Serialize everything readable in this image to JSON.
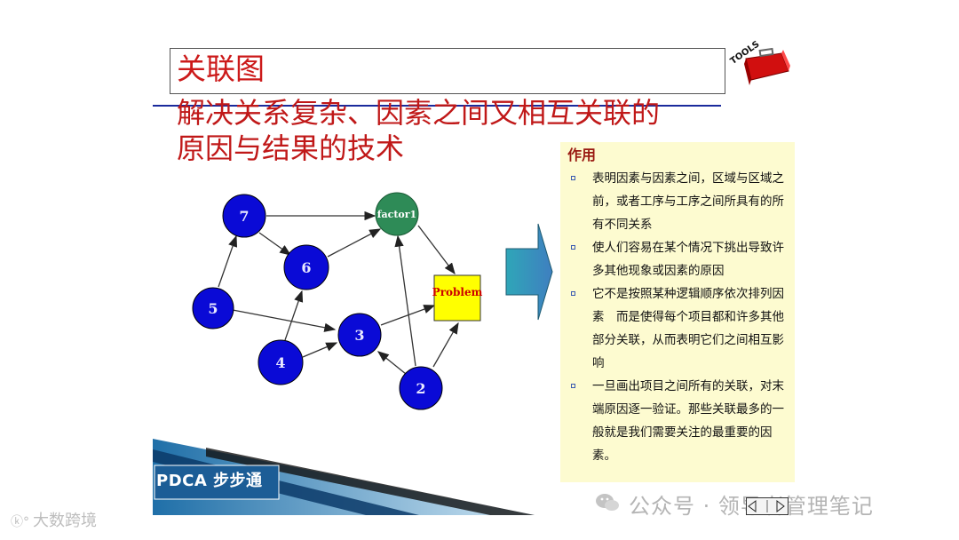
{
  "slide": {
    "title": "关联图",
    "subtitle_line1": "解决关系复杂、因素之间又相互关联的",
    "subtitle_line2": "原因与结果的技术",
    "tools_logo": "TOOLS"
  },
  "diagram": {
    "nodes": [
      {
        "id": "7",
        "label": "7"
      },
      {
        "id": "6",
        "label": "6"
      },
      {
        "id": "5",
        "label": "5"
      },
      {
        "id": "4",
        "label": "4"
      },
      {
        "id": "3",
        "label": "3"
      },
      {
        "id": "2",
        "label": "2"
      },
      {
        "id": "factor1",
        "label": "factor1"
      },
      {
        "id": "problem",
        "label": "Problem"
      }
    ],
    "edges": [
      [
        "7",
        "factor1"
      ],
      [
        "7",
        "6"
      ],
      [
        "5",
        "7"
      ],
      [
        "6",
        "factor1"
      ],
      [
        "5",
        "3"
      ],
      [
        "4",
        "3"
      ],
      [
        "4",
        "6"
      ],
      [
        "3",
        "problem"
      ],
      [
        "2",
        "3"
      ],
      [
        "2",
        "problem"
      ],
      [
        "2",
        "factor1"
      ],
      [
        "factor1",
        "problem"
      ]
    ],
    "colors": {
      "node": "#0a0ad6",
      "factor": "#2e8b57",
      "problem_fill": "#ffff00",
      "problem_text": "#cc0000"
    }
  },
  "panel": {
    "title": "作用",
    "items": [
      "表明因素与因素之间，区域与区域之前，或者工序与工序之间所具有的所有不同关系",
      "使人们容易在某个情况下挑出导致许多其他现象或因素的原因",
      "它不是按照某种逻辑顺序依次排列因素　而是使得每个项目都和许多其他部分关联，从而表明它们之间相互影响",
      "一旦画出项目之间所有的关联，对末端原因逐一验证。那些关联最多的一般就是我们需要关注的最重要的因素。"
    ]
  },
  "banner": {
    "label": "PDCA 步步通"
  },
  "watermarks": {
    "right": "公众号 · 领导者管理笔记",
    "left": "大数跨境"
  }
}
